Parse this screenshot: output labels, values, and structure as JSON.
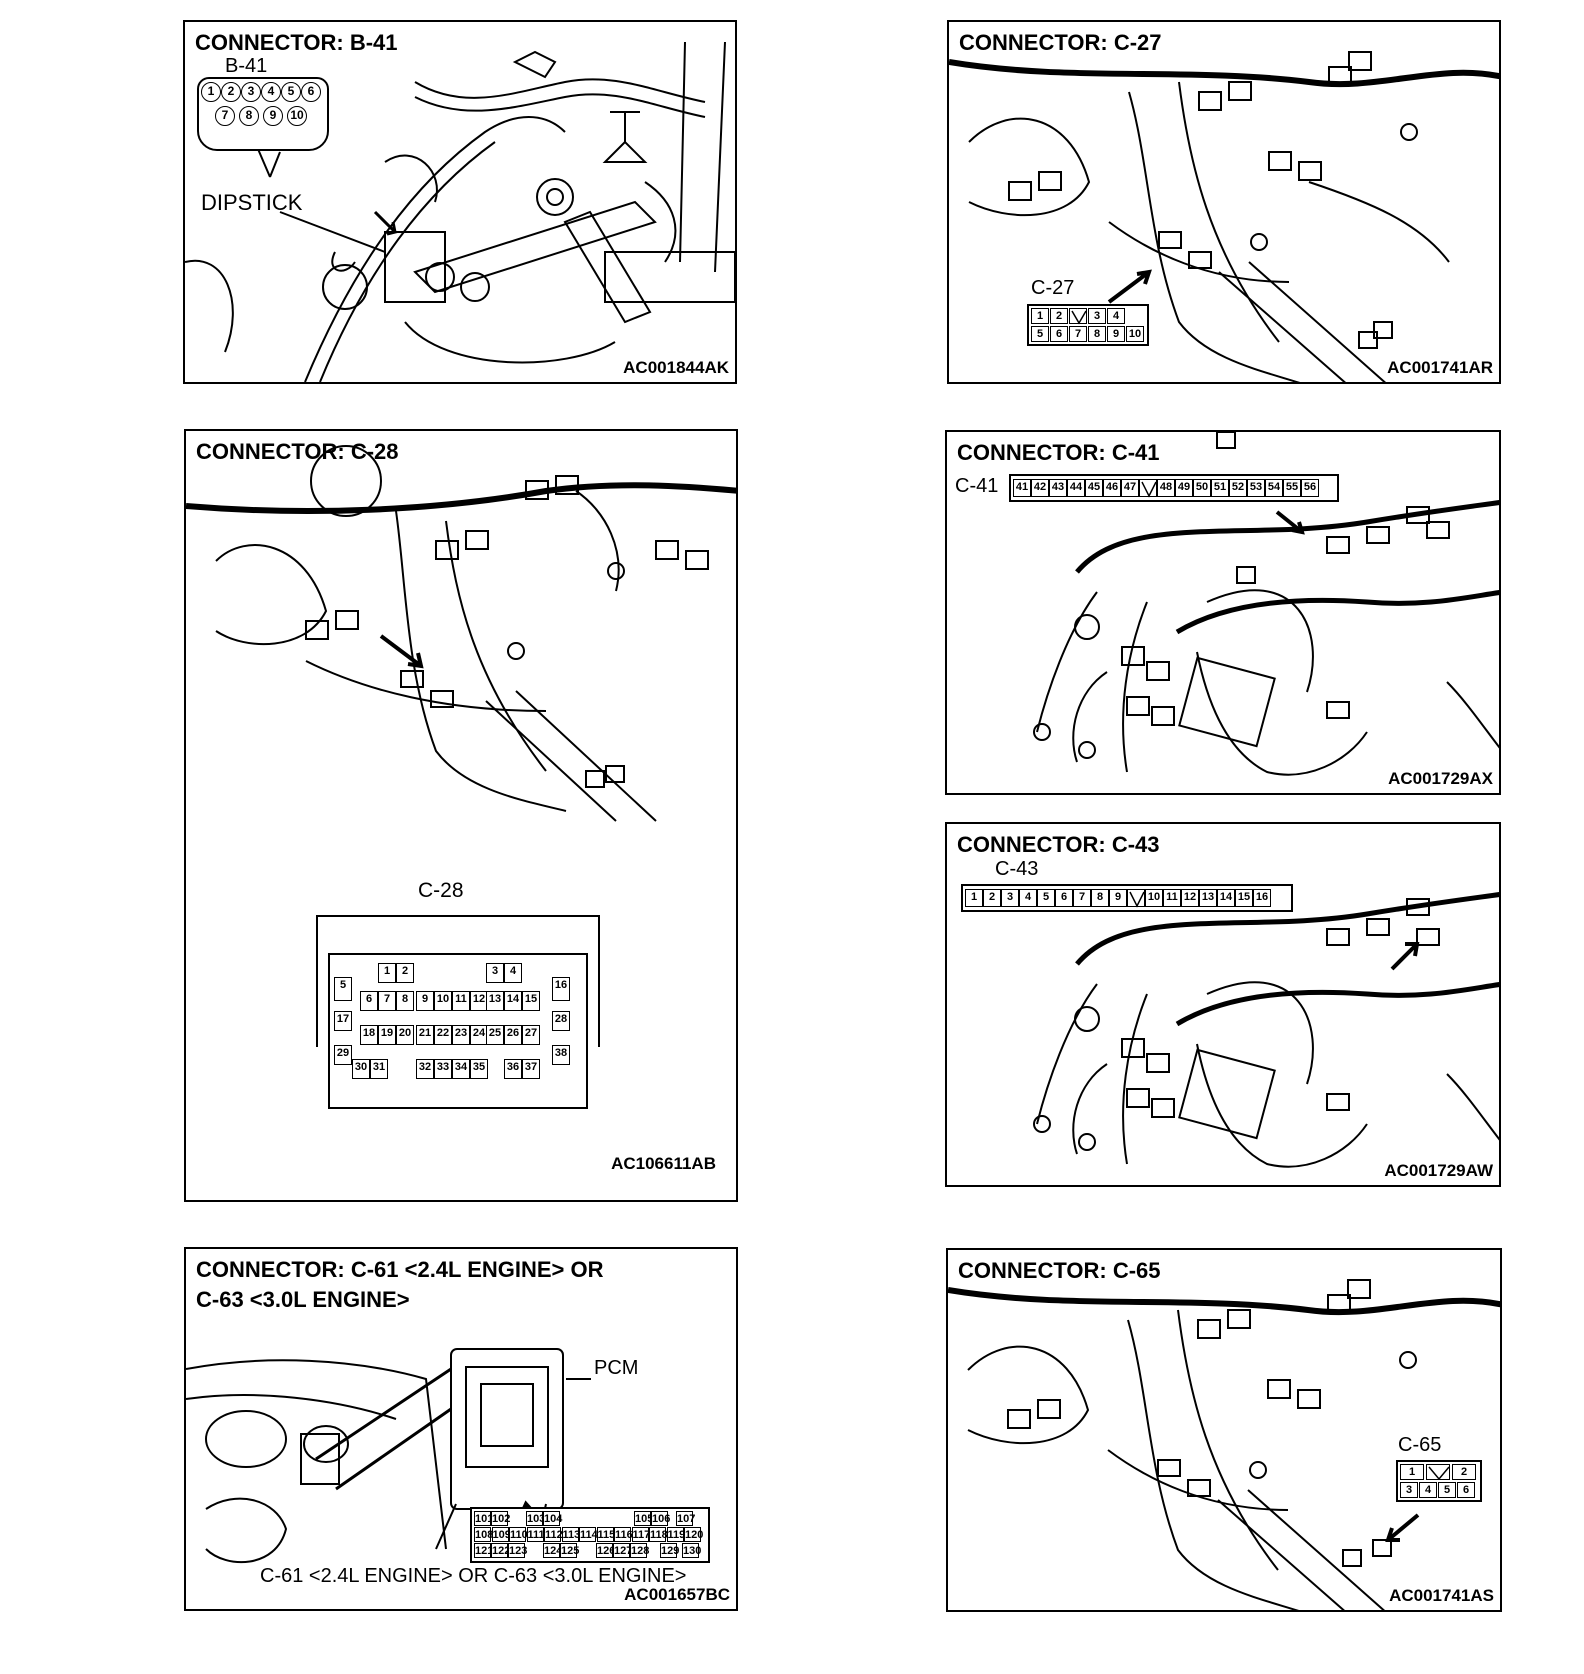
{
  "b41": {
    "title": "CONNECTOR: B-41",
    "conn_label": "B-41",
    "pins_top": [
      "1",
      "2",
      "3",
      "4",
      "5",
      "6"
    ],
    "pins_bottom": [
      "7",
      "8",
      "9",
      "10"
    ],
    "dipstick": "DIPSTICK",
    "code": "AC001844AK"
  },
  "c27": {
    "title": "CONNECTOR: C-27",
    "conn_label": "C-27",
    "pins_top": [
      "1",
      "2",
      "",
      "3",
      "4"
    ],
    "pins_bottom": [
      "5",
      "6",
      "7",
      "8",
      "9",
      "10"
    ],
    "code": "AC001741AR"
  },
  "c28": {
    "title": "CONNECTOR: C-28",
    "conn_label": "C-28",
    "rows": [
      [
        "1",
        "2",
        "3",
        "4"
      ],
      [
        "5",
        "16"
      ],
      [
        "6",
        "7",
        "8",
        "9",
        "10",
        "11",
        "12",
        "13",
        "14",
        "15"
      ],
      [
        "17",
        "28"
      ],
      [
        "18",
        "19",
        "20",
        "21",
        "22",
        "23",
        "24",
        "25",
        "26",
        "27"
      ],
      [
        "29",
        "38"
      ],
      [
        "30",
        "31",
        "32",
        "33",
        "34",
        "35",
        "36",
        "37"
      ]
    ],
    "code": "AC106611AB"
  },
  "c41": {
    "title": "CONNECTOR: C-41",
    "conn_label": "C-41",
    "pins": [
      "41",
      "42",
      "43",
      "44",
      "45",
      "46",
      "47",
      "",
      "48",
      "49",
      "50",
      "51",
      "52",
      "53",
      "54",
      "55",
      "56"
    ],
    "code": "AC001729AX"
  },
  "c43": {
    "title": "CONNECTOR: C-43",
    "conn_label": "C-43",
    "pins": [
      "1",
      "2",
      "3",
      "4",
      "5",
      "6",
      "7",
      "8",
      "9",
      "",
      "10",
      "11",
      "12",
      "13",
      "14",
      "15",
      "16"
    ],
    "code": "AC001729AW"
  },
  "c61": {
    "title_line1": "CONNECTOR: C-61 <2.4L ENGINE> OR",
    "title_line2": "C-63 <3.0L ENGINE>",
    "pcm": "PCM",
    "row1": [
      "101",
      "102",
      "103",
      "104",
      "105",
      "106",
      "107"
    ],
    "row2": [
      "108",
      "109",
      "110",
      "111",
      "112",
      "113",
      "114",
      "115",
      "116",
      "117",
      "118",
      "119",
      "120"
    ],
    "row3": [
      "121",
      "122",
      "123",
      "124",
      "125",
      "126",
      "127",
      "128",
      "129",
      "130"
    ],
    "caption": "C-61 <2.4L ENGINE> OR C-63 <3.0L ENGINE>",
    "code": "AC001657BC"
  },
  "c65": {
    "title": "CONNECTOR: C-65",
    "conn_label": "C-65",
    "pins_top": [
      "1",
      "",
      "2"
    ],
    "pins_bottom": [
      "3",
      "4",
      "5",
      "6"
    ],
    "code": "AC001741AS"
  }
}
